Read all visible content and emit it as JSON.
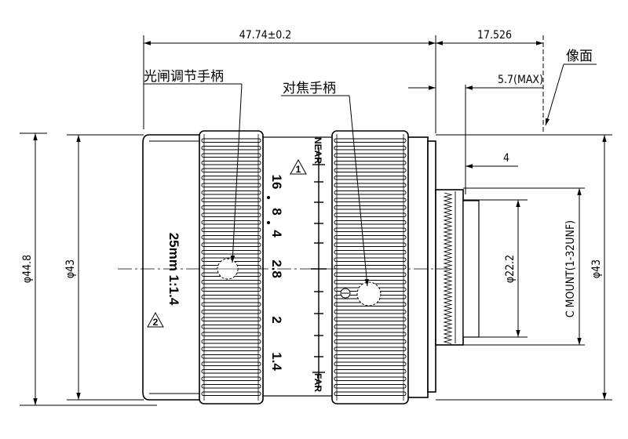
{
  "dimensions": {
    "length": "47.74±0.2",
    "flange": "17.526",
    "max_protrusion": "5.7(MAX)",
    "mount_depth": "4",
    "dia_44_8": "φ44.8",
    "dia_43_left": "φ43",
    "dia_22_2": "φ22.2",
    "dia_43_right": "φ43",
    "mount_thread": "C MOUNT(1-32UNF)"
  },
  "callouts": {
    "iris_ring": "光闸调节手柄",
    "focus_ring": "对焦手柄",
    "image_plane": "像面"
  },
  "lens": {
    "spec_label": "25mm 1:1.4",
    "focus_near": "NEAR",
    "focus_far": "FAR",
    "aperture_scale": [
      "16",
      "8",
      "4",
      "2.8",
      "2",
      "1.4"
    ],
    "warning_1": "1",
    "warning_2": "2"
  }
}
